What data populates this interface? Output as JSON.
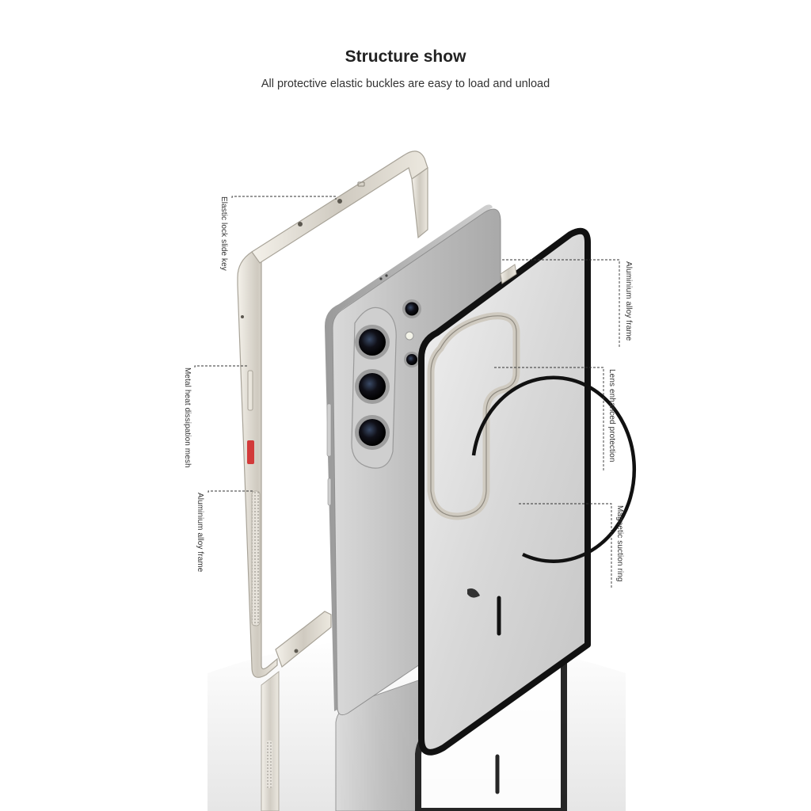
{
  "header": {
    "title": "Structure show",
    "subtitle": "All protective elastic buckles are easy to load and unload"
  },
  "callouts": {
    "elastic_lock": "Elastic lock slide key",
    "heat_mesh": "Metal heat dissipation mesh",
    "frame_left": "Aluminium alloy frame",
    "frame_right": "Aluminium alloy frame",
    "lens_protection": "Lens enhanced protection",
    "magnetic_ring": "Magnetic suction ring"
  },
  "colors": {
    "accent_button": "#d23a3a",
    "frame_metal": "#d8d4cc",
    "phone_body": "#b9b9b9"
  }
}
